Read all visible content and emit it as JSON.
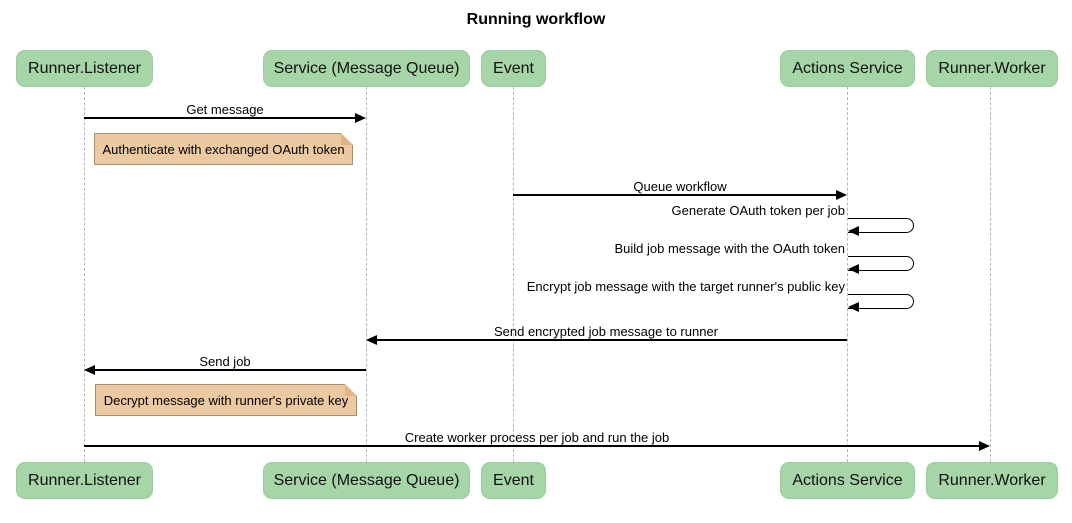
{
  "title": "Running workflow",
  "participants": [
    {
      "id": "runner-listener",
      "label": "Runner.Listener"
    },
    {
      "id": "service-message-queue",
      "label": "Service (Message Queue)"
    },
    {
      "id": "event",
      "label": "Event"
    },
    {
      "id": "actions-service",
      "label": "Actions Service"
    },
    {
      "id": "runner-worker",
      "label": "Runner.Worker"
    }
  ],
  "messages": [
    {
      "label": "Get message",
      "from": "Runner.Listener",
      "to": "Service (Message Queue)",
      "direction": "right"
    },
    {
      "label": "Queue workflow",
      "from": "Event",
      "to": "Actions Service",
      "direction": "right"
    },
    {
      "label": "Generate OAuth token per job",
      "from": "Actions Service",
      "to": "Actions Service",
      "direction": "self"
    },
    {
      "label": "Build job message with the OAuth token",
      "from": "Actions Service",
      "to": "Actions Service",
      "direction": "self"
    },
    {
      "label": "Encrypt job message with the target runner's public key",
      "from": "Actions Service",
      "to": "Actions Service",
      "direction": "self"
    },
    {
      "label": "Send encrypted job message to runner",
      "from": "Actions Service",
      "to": "Service (Message Queue)",
      "direction": "left"
    },
    {
      "label": "Send job",
      "from": "Service (Message Queue)",
      "to": "Runner.Listener",
      "direction": "left"
    },
    {
      "label": "Create worker process per job and run the job",
      "from": "Runner.Listener",
      "to": "Runner.Worker",
      "direction": "right"
    }
  ],
  "notes": [
    {
      "label": "Authenticate with exchanged OAuth token",
      "over": "Runner.Listener"
    },
    {
      "label": "Decrypt message with runner's private key",
      "over": "Runner.Listener"
    }
  ],
  "colors": {
    "participant_fill": "#a6d5a8",
    "note_fill": "#ecc9a0",
    "note_border": "#a6906d",
    "lifeline": "#b5b5b5",
    "arrow": "#000000",
    "background": "#ffffff"
  }
}
